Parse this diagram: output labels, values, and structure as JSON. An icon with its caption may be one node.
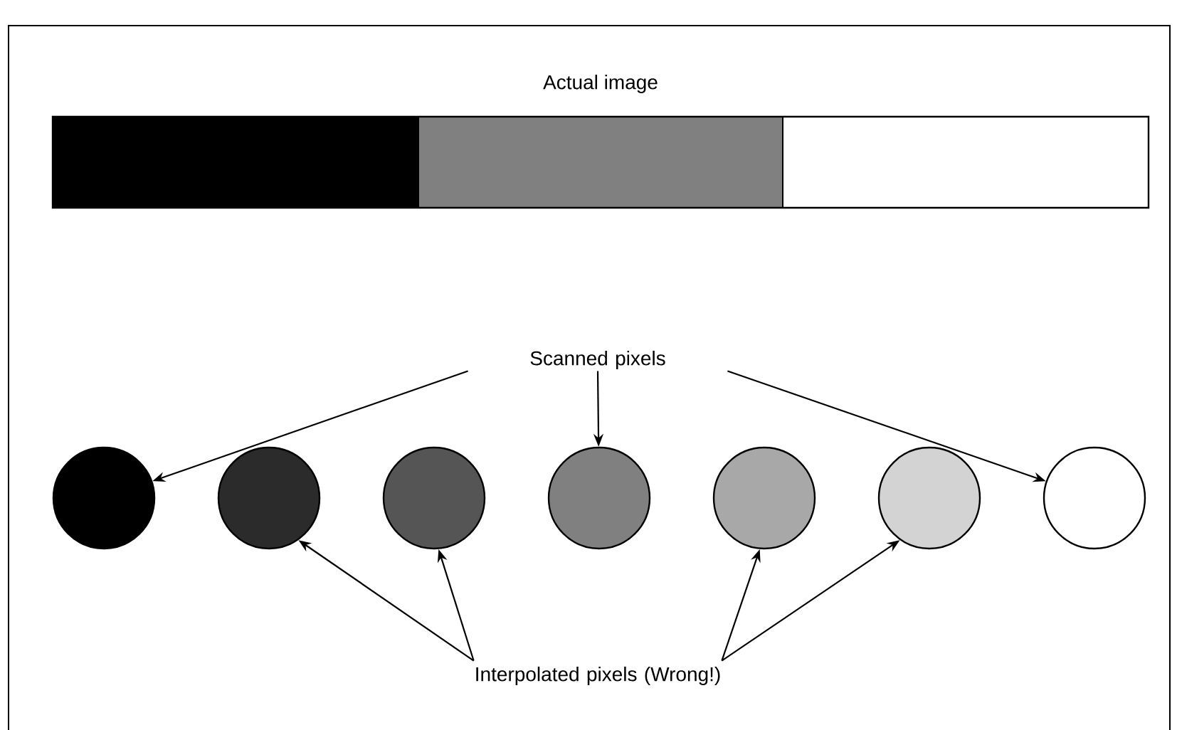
{
  "diagram": {
    "nodes": [
      {
        "text": [
          "Scanned pixels"
        ]
      },
      {
        "text": [
          "Interpolated pixels (Wrong!)"
        ]
      },
      {
        "text": [],
        "shape": "circle"
      },
      {
        "text": [],
        "shape": "circle"
      },
      {
        "text": [],
        "shape": "circle"
      },
      {
        "text": [],
        "shape": "circle"
      },
      {
        "text": [],
        "shape": "circle"
      },
      {
        "text": [],
        "shape": "circle"
      },
      {
        "text": [],
        "shape": "circle"
      }
    ],
    "edges": [
      {
        "from": 0,
        "to": 2,
        "arrow": "to"
      },
      {
        "from": 0,
        "to": 5,
        "arrow": "to"
      },
      {
        "from": 0,
        "to": 8,
        "arrow": "to"
      },
      {
        "from": 1,
        "to": 3,
        "arrow": "to"
      },
      {
        "from": 1,
        "to": 4,
        "arrow": "to"
      },
      {
        "from": 1,
        "to": 6,
        "arrow": "to"
      },
      {
        "from": 1,
        "to": 7,
        "arrow": "to"
      }
    ],
    "labels": [
      "Actual image"
    ]
  }
}
